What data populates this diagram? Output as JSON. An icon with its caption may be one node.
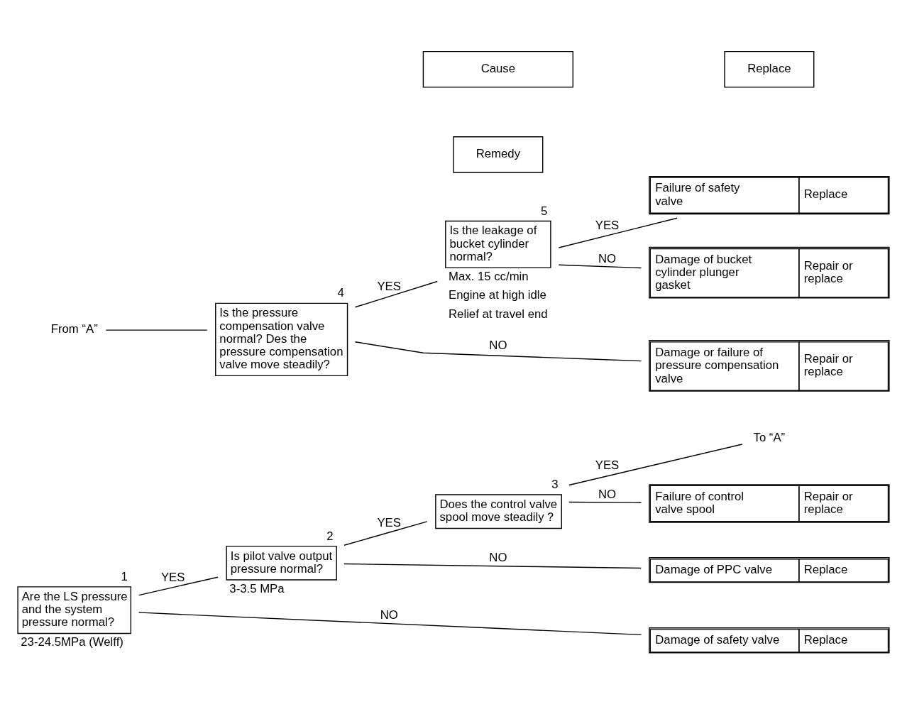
{
  "diagram": {
    "nodes": [
      {
        "text": [
          "Are the LS pressure and the system pressure normal?"
        ],
        "beside": [
          "1",
          "23-24.5MPa (Welff)"
        ]
      },
      {
        "text": [
          "Is pilot valve output pressure normal?"
        ],
        "beside": [
          "2",
          "3-3.5 MPa"
        ]
      },
      {
        "text": [
          "Does the control valve spool move steadily？"
        ],
        "beside": [
          "3"
        ]
      },
      {
        "text": [
          "To “A”"
        ]
      },
      {
        "text": [
          "Failure of control valve spool",
          "Repair or replace"
        ]
      },
      {
        "text": [
          "Damage of PPC valve",
          "Replace"
        ]
      },
      {
        "text": [
          "Damage of safety valve",
          "Replace"
        ]
      },
      {
        "text": [
          "From “A”"
        ]
      },
      {
        "text": [
          "Is the pressure compensation valve normal? Des the pressure compensation valve move steadily?"
        ],
        "beside": [
          "4"
        ]
      },
      {
        "text": [
          "Is the leakage of bucket cylinder normal?"
        ],
        "beside": [
          "5",
          "Max. 15 cc/min",
          "Engine at high idle",
          "Relief at travel end"
        ]
      },
      {
        "text": [
          "Failure of safety valve",
          "Replace"
        ]
      },
      {
        "text": [
          "Damage of bucket cylinder plunger gasket",
          "Repair or replace"
        ]
      },
      {
        "text": [
          "Damage or failure of pressure compensation valve",
          "Repair or replace"
        ]
      }
    ],
    "edges": [
      {
        "from": 0,
        "to": 1,
        "arrow": "none",
        "label": "YES"
      },
      {
        "from": 0,
        "to": 6,
        "arrow": "none",
        "label": "NO"
      },
      {
        "from": 1,
        "to": 2,
        "arrow": "none",
        "label": "YES"
      },
      {
        "from": 1,
        "to": 5,
        "arrow": "none",
        "label": "NO"
      },
      {
        "from": 2,
        "to": 3,
        "arrow": "none",
        "label": "YES"
      },
      {
        "from": 2,
        "to": 4,
        "arrow": "none",
        "label": "NO"
      },
      {
        "from": 7,
        "to": 8,
        "arrow": "none"
      },
      {
        "from": 8,
        "to": 9,
        "arrow": "none",
        "label": "YES"
      },
      {
        "from": 8,
        "to": 12,
        "arrow": "none",
        "label": "NO"
      },
      {
        "from": 9,
        "to": 10,
        "arrow": "none",
        "label": "YES"
      },
      {
        "from": 9,
        "to": 11,
        "arrow": "none",
        "label": "NO"
      }
    ],
    "labels": [
      "Cause",
      "Remedy",
      "Replace"
    ]
  }
}
